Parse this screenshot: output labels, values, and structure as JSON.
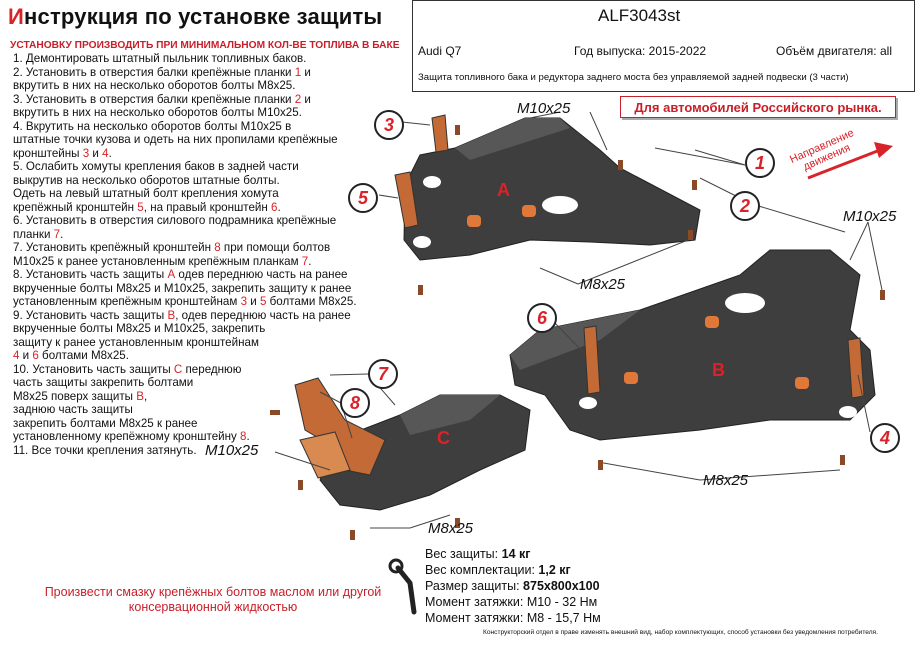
{
  "title_prefix": "И",
  "title_rest": "нструкция по установке защиты",
  "warning": "УСТАНОВКУ ПРОИЗВОДИТЬ ПРИ МИНИМАЛЬНОМ КОЛ-ВЕ ТОПЛИВА В БАКЕ",
  "steps": {
    "s1": "1.   Демонтировать штатный пыльник топливных баков.",
    "s2a": "2.   Установить в отверстия балки крепёжные планки ",
    "s2n": "1",
    "s2b": " и",
    "s2c": "вкрутить в них на несколько оборотов болты М8х25.",
    "s3a": "3.   Установить в отверстия балки крепёжные планки ",
    "s3n": "2",
    "s3b": " и",
    "s3c": "вкрутить в них на несколько оборотов болты М10х25.",
    "s4a": "4.   Вкрутить на несколько оборотов болты М10х25 в",
    "s4b": "штатные точки кузова и одеть на них пропилами крепёжные",
    "s4c": "кронштейны ",
    "s4n1": "3",
    "s4d": " и ",
    "s4n2": "4",
    "s4e": ".",
    "s5a": "5.   Ослабить хомуты крепления баков в задней части",
    "s5b": "выкрутив на несколько оборотов штатные болты.",
    "s5c": "Одеть на левый штатный болт крепления хомута",
    "s5d": "крепёжный кронштейн ",
    "s5n1": "5",
    "s5e": ", на правый кронштейн ",
    "s5n2": "6",
    "s5f": ".",
    "s6a": "6.   Установить в отверстия силового подрамника крепёжные",
    "s6b": "планки ",
    "s6n": "7",
    "s6c": ".",
    "s7a": "7.   Установить крепёжный кронштейн ",
    "s7n1": "8",
    "s7b": " при помощи болтов",
    "s7c": "М10х25 к ранее установленным крепёжным планкам ",
    "s7n2": "7",
    "s7d": ".",
    "s8a": "8.   Установить часть защиты ",
    "s8n1": "А",
    "s8b": " одев переднюю часть на ранее",
    "s8c": "вкрученные болты М8х25 и М10х25, закрепить защиту к ранее",
    "s8d": "установленным крепёжным кронштейнам ",
    "s8n2": "3",
    "s8e": " и ",
    "s8n3": "5",
    "s8f": " болтами М8х25.",
    "s9a": "9.   Установить часть защиты ",
    "s9n1": "В",
    "s9b": ", одев переднюю часть на ранее",
    "s9c": "вкрученные болты М8х25 и М10х25, закрепить",
    "s9d": "защиту к ранее установленным кронштейнам",
    "s9n2": "4",
    "s9e": " и ",
    "s9n3": "6",
    "s9f": " болтами М8х25.",
    "s10a": "10.  Установить часть защиты ",
    "s10n1": "С",
    "s10b": " переднюю",
    "s10c": "часть защиты закрепить болтами",
    "s10d": "М8х25 поверх защиты ",
    "s10n2": "В",
    "s10e": ",",
    "s10f": "заднюю часть защиты",
    "s10g": "закрепить болтами М8х25 к ранее",
    "s10h": "установленному крепёжному кронштейну ",
    "s10n3": "8",
    "s10i": ".",
    "s11": "11.  Все точки крепления затянуть."
  },
  "header": {
    "code": "ALF3043st",
    "model": "Audi Q7",
    "year": "Год выпуска: 2015-2022",
    "engine": "Объём двигателя: all",
    "description": "Защита топливного бака и редуктора заднего моста без управляемой задней подвески  (3 части)"
  },
  "market_note": "Для автомобилей Российского рынка.",
  "direction": {
    "line1": "Направление",
    "line2": "движения"
  },
  "diagram": {
    "callouts": [
      "1",
      "2",
      "3",
      "4",
      "5",
      "6",
      "7",
      "8"
    ],
    "parts": {
      "a": "A",
      "b": "B",
      "c": "C"
    },
    "bolts": {
      "m10_top": "M10x25",
      "m10_right": "M10x25",
      "m10_left": "M10x25",
      "m8_mid": "M8x25",
      "m8_right": "M8x25",
      "m8_bottom": "M8x25"
    }
  },
  "lubricant_note": "Произвести смазку крепёжных болтов маслом или другой консервационной жидкостью",
  "specs": {
    "weight_label": "Вес защиты: ",
    "weight_value": "14 кг",
    "kit_label": "Вес комплектации: ",
    "kit_value": "1,2 кг",
    "size_label": "Размер защиты: ",
    "size_value": "875x800x100",
    "torque1": "Момент затяжки:  М10 - 32 Нм",
    "torque2": "Момент затяжки:  М8 - 15,7 Нм"
  },
  "footer": "Конструкторский отдел в праве изменять внешний вид, набор комплектующих, способ установки без уведомления потребителя.",
  "colors": {
    "accent_red": "#d8232a",
    "plate_dark": "#3e3e3e",
    "bracket_orange": "#e0783a"
  }
}
